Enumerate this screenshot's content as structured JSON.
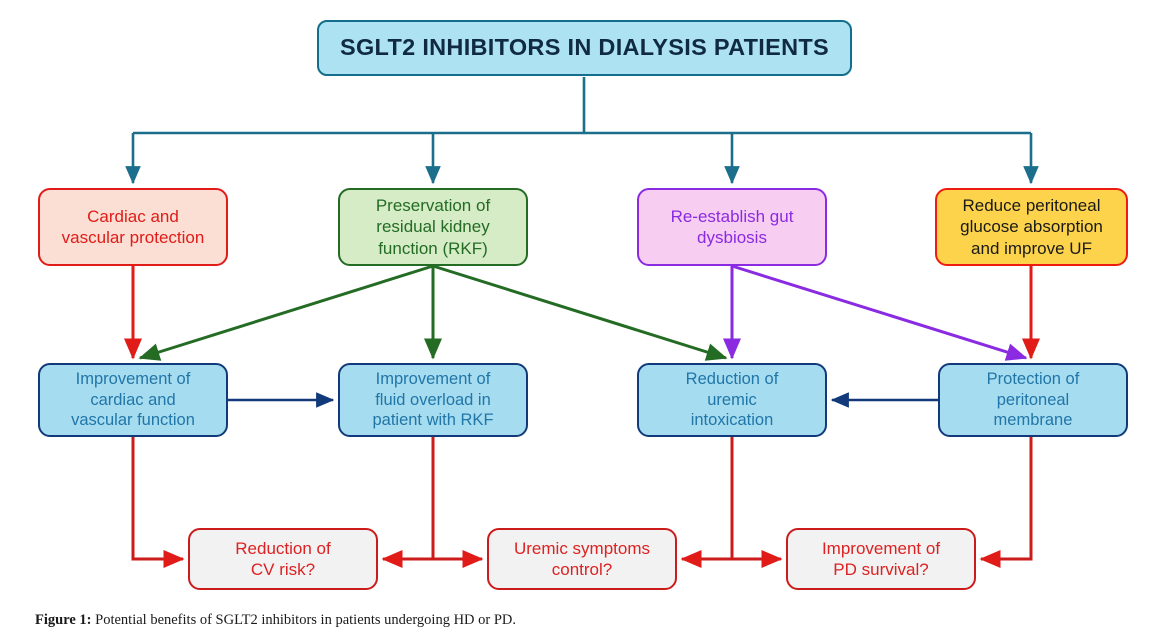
{
  "figure": {
    "caption_label": "Figure 1:",
    "caption_text": " Potential benefits of SGLT2 inhibitors in patients undergoing HD or PD."
  },
  "title_node": {
    "label": "SGLT2 INHIBITORS IN DIALYSIS PATIENTS"
  },
  "mechanism_nodes": [
    {
      "id": "cardiac-vascular-protection",
      "label": "Cardiac and\nvascular protection",
      "fill": "#fbdfd4",
      "border": "#e01b18",
      "text": "#e01b18"
    },
    {
      "id": "preservation-rkf",
      "label": "Preservation of\nresidual kidney\nfunction (RKF)",
      "fill": "#d5ecc6",
      "border": "#246b24",
      "text": "#246b24"
    },
    {
      "id": "gut-dysbiosis",
      "label": "Re-establish gut\ndysbiosis",
      "fill": "#f7cdf2",
      "border": "#8a2be2",
      "text": "#8a2be2"
    },
    {
      "id": "reduce-glucose-absorption",
      "label": "Reduce peritoneal\nglucose absorption\nand improve UF",
      "fill": "#fcd34a",
      "border": "#ee1b11",
      "text": "#1a1a1a"
    }
  ],
  "effect_nodes": [
    {
      "id": "improvement-cardiac-vascular-function",
      "label": "Improvement of\ncardiac and\nvascular function"
    },
    {
      "id": "improvement-fluid-overload",
      "label": "Improvement of\nfluid overload in\npatient with RKF"
    },
    {
      "id": "reduction-uremic-intoxication",
      "label": "Reduction of\nuremic\nintoxication"
    },
    {
      "id": "protection-peritoneal-membrane",
      "label": "Protection of\nperitoneal\nmembrane"
    }
  ],
  "outcome_nodes": [
    {
      "id": "reduction-cv-risk",
      "label": "Reduction of\nCV risk?"
    },
    {
      "id": "uremic-symptoms-control",
      "label": "Uremic symptoms\ncontrol?"
    },
    {
      "id": "improvement-pd-survival",
      "label": "Improvement of\nPD survival?"
    }
  ],
  "colors": {
    "title_fill": "#ade2f3",
    "title_border": "#136e8b",
    "title_text": "#102a43",
    "effect_fill": "#a6dcf0",
    "effect_border": "#123a7a",
    "effect_text": "#2176a8",
    "outcome_fill": "#f2f2f2",
    "outcome_border": "#cc1b1b",
    "outcome_text": "#dc2222",
    "connector_teal": "#1b6f8c",
    "connector_red": "#e01b18",
    "connector_green": "#246b24",
    "connector_purple": "#8a2be2",
    "connector_navy": "#123a7a",
    "background": "#ffffff"
  }
}
